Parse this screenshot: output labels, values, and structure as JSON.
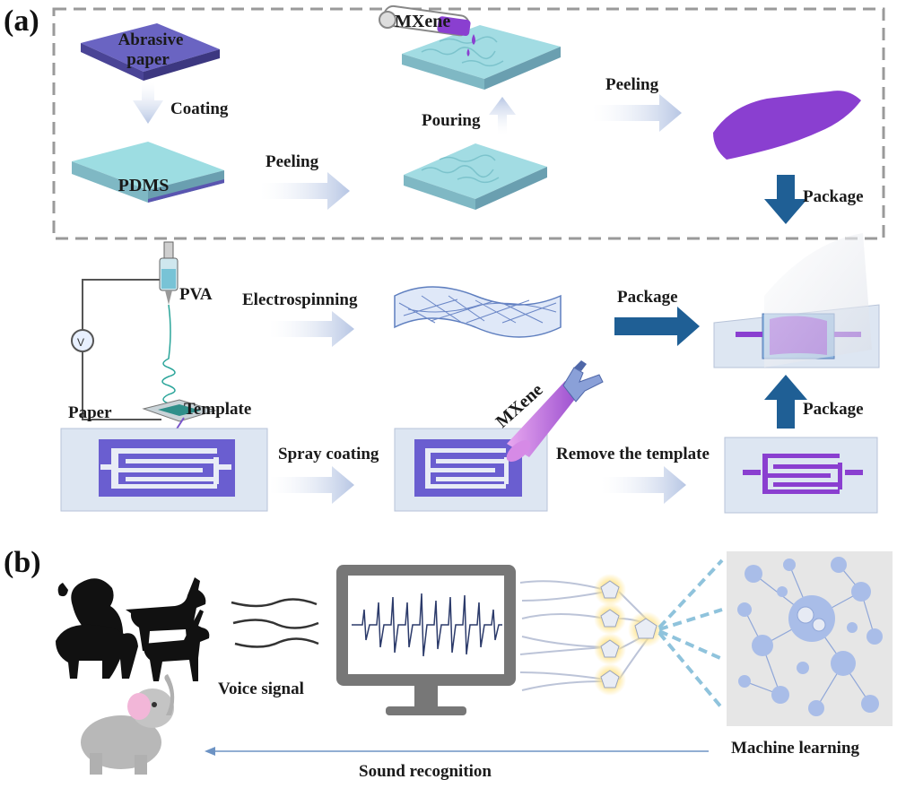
{
  "panels": {
    "a": "(a)",
    "b": "(b)"
  },
  "labels": {
    "abrasive_paper_1": "Abrasive",
    "abrasive_paper_2": "paper",
    "coating": "Coating",
    "pdms": "PDMS",
    "peeling_1": "Peeling",
    "mxene_top": "MXene",
    "pouring": "Pouring",
    "peeling_2": "Peeling",
    "package_1": "Package",
    "pva": "PVA",
    "electrospinning": "Electrospinning",
    "package_2": "Package",
    "paper": "Paper",
    "template": "Template",
    "spray_coating": "Spray coating",
    "mxene_spray": "MXene",
    "remove_template": "Remove the template",
    "package_3": "Package",
    "voice_signal": "Voice signal",
    "machine_learning": "Machine learning",
    "sound_recognition": "Sound recognition",
    "voltmeter": "V"
  },
  "colors": {
    "pdms": "#8ed6dc",
    "purple": "#8a3fd0",
    "abrasive": "#5a55b0",
    "arrow_light": "#c7d3ea",
    "arrow_dark": "#1f5f95",
    "dash": "#9a9a9a",
    "ml_bg": "#e6e6e6",
    "ml_node": "#a9bde8"
  }
}
